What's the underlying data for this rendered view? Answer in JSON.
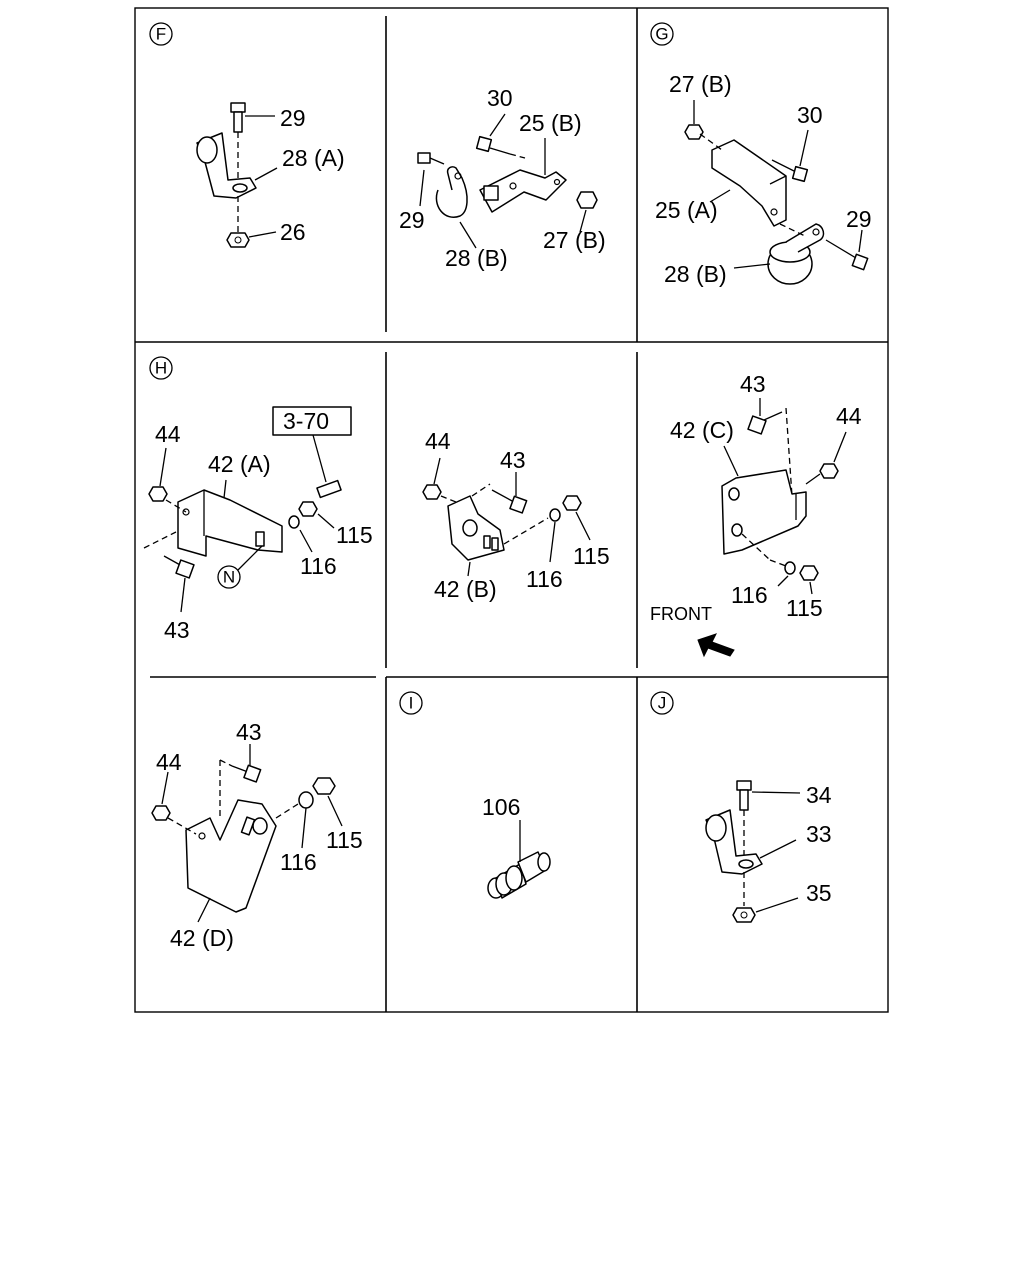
{
  "panels": {
    "F": {
      "badge": "F",
      "labels": {
        "p29": "29",
        "p28a": "28 (A)",
        "p26": "26"
      }
    },
    "F2": {
      "labels": {
        "p30": "30",
        "p25b": "25 (B)",
        "p29": "29",
        "p28b": "28 (B)",
        "p27b": "27 (B)"
      }
    },
    "G": {
      "badge": "G",
      "labels": {
        "p27b": "27 (B)",
        "p30": "30",
        "p25a": "25 (A)",
        "p29": "29",
        "p28b": "28 (B)"
      }
    },
    "H": {
      "badge": "H",
      "labels": {
        "ref": "3-70",
        "p44": "44",
        "p42a": "42 (A)",
        "p115": "115",
        "p116": "116",
        "p43": "43",
        "n": "N"
      }
    },
    "H2": {
      "labels": {
        "p44": "44",
        "p43": "43",
        "p115": "115",
        "p116": "116",
        "p42b": "42 (B)"
      }
    },
    "H3": {
      "labels": {
        "p43": "43",
        "p42c": "42 (C)",
        "p44": "44",
        "p116": "116",
        "p115": "115",
        "front": "FRONT"
      }
    },
    "H4": {
      "labels": {
        "p43": "43",
        "p44": "44",
        "p115": "115",
        "p116": "116",
        "p42d": "42 (D)"
      }
    },
    "I": {
      "badge": "I",
      "labels": {
        "p106": "106"
      }
    },
    "J": {
      "badge": "J",
      "labels": {
        "p34": "34",
        "p33": "33",
        "p35": "35"
      }
    }
  }
}
